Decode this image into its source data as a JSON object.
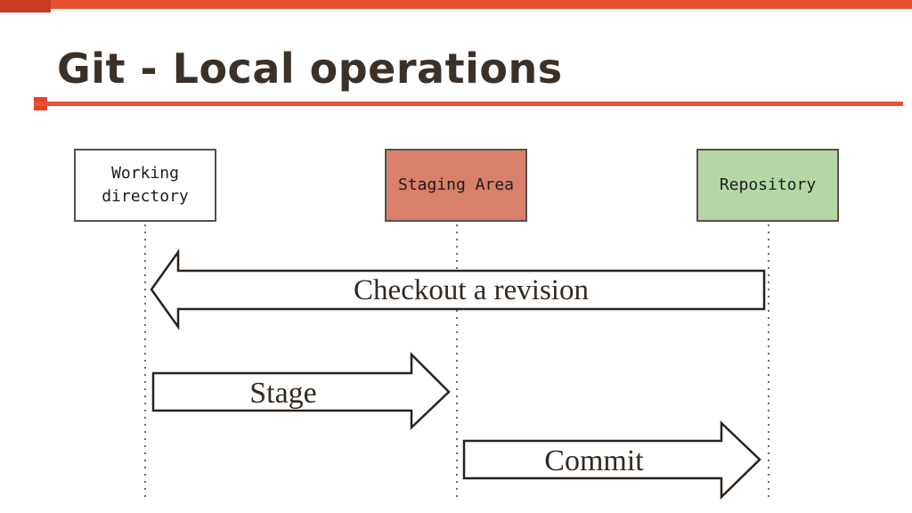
{
  "slide": {
    "title": "Git - Local operations"
  },
  "theme": {
    "accent_line": "#EA5233",
    "accent_square": "#DD4527",
    "top_bar": "#E8502F",
    "top_bar_cap": "#C93A24",
    "title_ink": "#3B3128",
    "arrow_outline": "#2A211B",
    "box_border": "#55514E",
    "dotted_line": "#6B6B6B",
    "staging_fill": "#D9806A",
    "repository_fill": "#B5D7A4",
    "working_fill": "#FFFFFF"
  },
  "diagram": {
    "boxes": [
      {
        "name": "working-directory",
        "lines": [
          "Working",
          "directory"
        ],
        "fill": "#FFFFFF"
      },
      {
        "name": "staging-area",
        "lines": [
          "Staging Area"
        ],
        "fill": "#D9806A"
      },
      {
        "name": "repository",
        "lines": [
          "Repository"
        ],
        "fill": "#B5D7A4"
      }
    ],
    "arrows": [
      {
        "name": "checkout",
        "label": "Checkout a revision",
        "direction": "left",
        "from": "repository",
        "to": "working-directory"
      },
      {
        "name": "stage",
        "label": "Stage",
        "direction": "right",
        "from": "working-directory",
        "to": "staging-area"
      },
      {
        "name": "commit",
        "label": "Commit",
        "direction": "right",
        "from": "staging-area",
        "to": "repository"
      }
    ]
  }
}
